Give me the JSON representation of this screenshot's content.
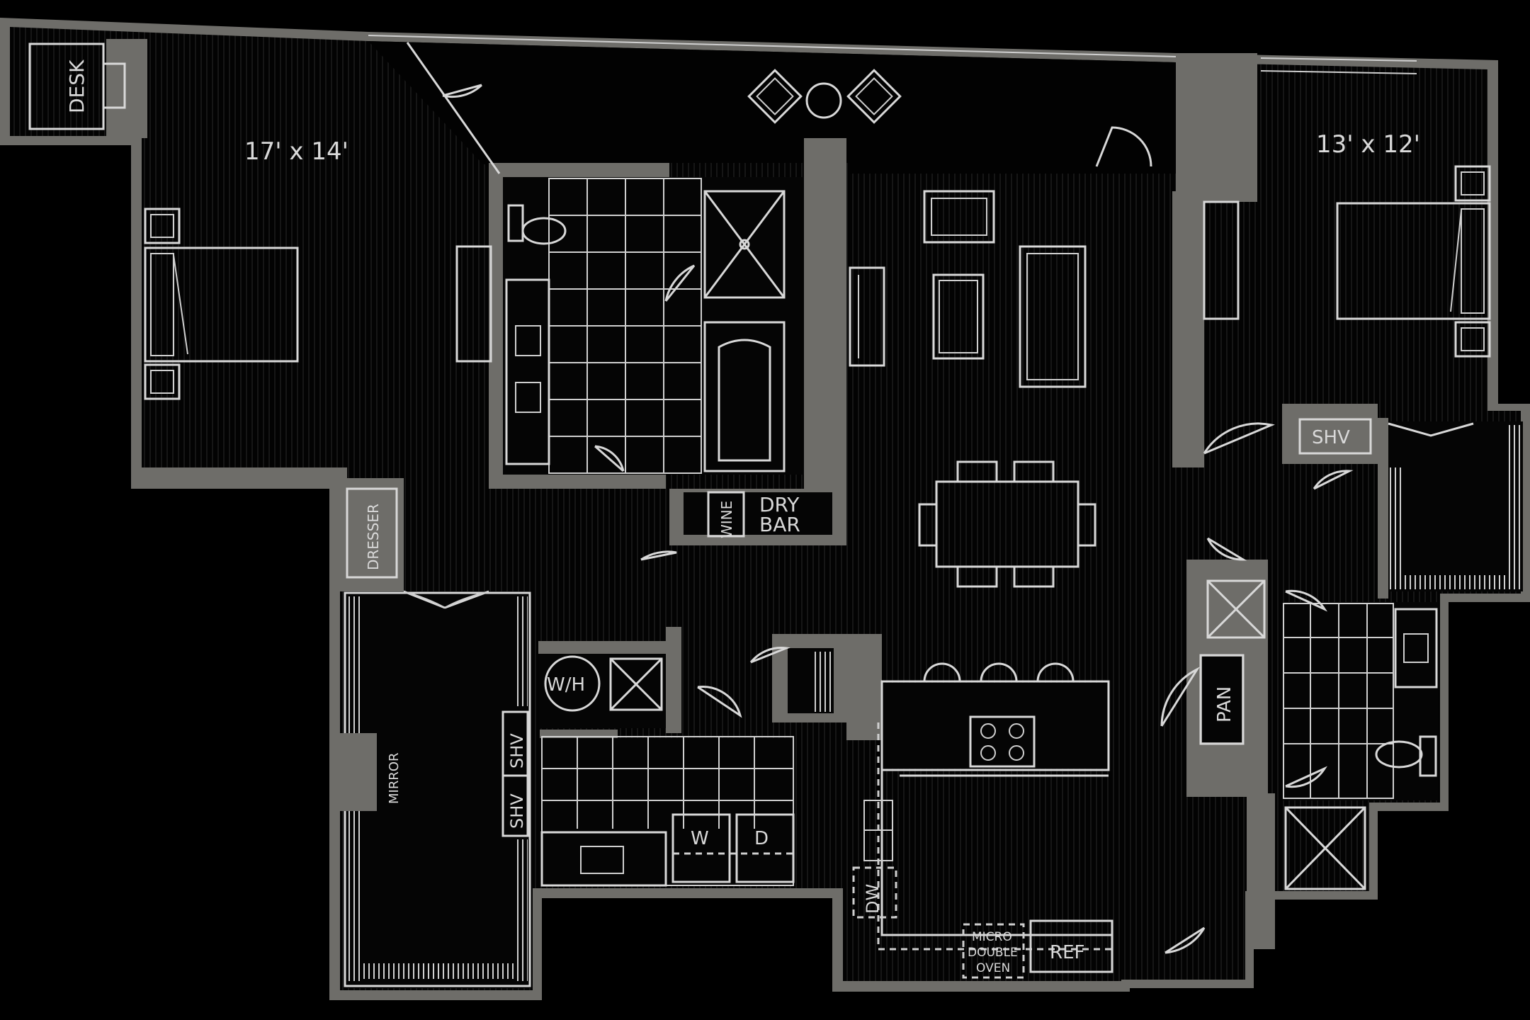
{
  "rooms": {
    "bedroom_1_dimensions": "17' x 14'",
    "bedroom_2_dimensions": "13' x 12'"
  },
  "labels": {
    "desk": "DESK",
    "dresser": "DRESSER",
    "mirror": "MIRROR",
    "shv_closet_1": "SHV",
    "shv_closet_2": "SHV",
    "shv_bedroom_2": "SHV",
    "wh": "W/H",
    "washer": "W",
    "dryer": "D",
    "wine": "WINE",
    "dry_bar_line1": "DRY",
    "dry_bar_line2": "BAR",
    "pantry": "PAN",
    "dishwasher": "DW",
    "micro_line1": "MICRO",
    "micro_line2": "DOUBLE",
    "micro_line3": "OVEN",
    "refrigerator": "REF"
  },
  "colors": {
    "background": "#000000",
    "wall": "#6e6d69",
    "linework": "#d8d8d8"
  }
}
